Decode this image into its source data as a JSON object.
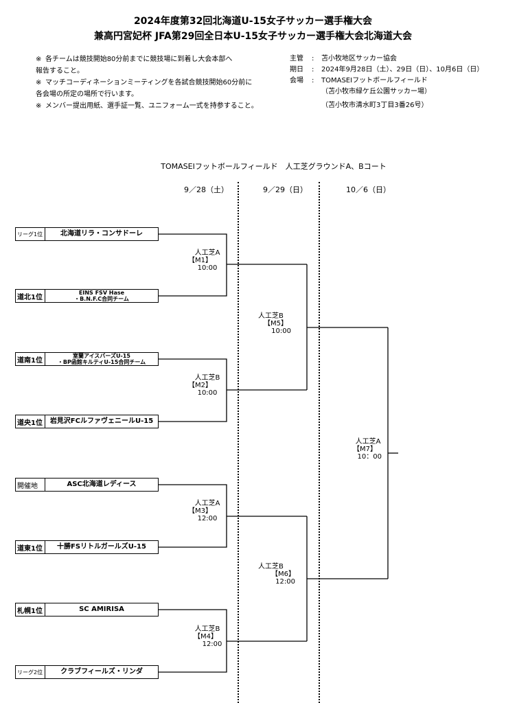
{
  "header": {
    "title_line1": "2024年度第32回北海道U-15女子サッカー選手権大会",
    "title_line2": "兼高円宮妃杯 JFA第29回全日本U-15女子サッカー選手権大会北海道大会"
  },
  "notes": [
    {
      "mark": "※",
      "line1": "各チームは競技開始80分前までに競技場に到着し大会本部へ",
      "line2": "報告すること。"
    },
    {
      "mark": "※",
      "line1": "マッチコーディネーションミーティングを各試合競技開始60分前に",
      "line2": "各会場の所定の場所で行います。"
    },
    {
      "mark": "※",
      "line1": "メンバー提出用紙、選手証一覧、ユニフォーム一式を持参すること。",
      "line2": ""
    }
  ],
  "info": {
    "organizer_label": "主管",
    "organizer": "苫小牧地区サッカー協会",
    "period_label": "期日",
    "period": "2024年9月28日（土）、29日（日）、10月6日（日）",
    "venue_label": "会場",
    "venue_line1": "TOMASEIフットボールフィールド",
    "venue_line2": "（苫小牧市緑ケ丘公園サッカー場）",
    "venue_line3": "（苫小牧市清水町3丁目3番26号）",
    "sep": ":"
  },
  "venue_heading": "TOMASEIフットボールフィールド　人工芝グラウンドA、Bコート",
  "dates": {
    "d1": "9／28（土）",
    "d2": "9／29（日）",
    "d3": "10／6（日）"
  },
  "teams": [
    {
      "seed": "リーグ1位",
      "name": "北海道リラ・コンサドーレ"
    },
    {
      "seed": "道北1位",
      "name1": "EINS FSV  Hase",
      "name2": "・B.N.F.C合同チーム"
    },
    {
      "seed": "道南1位",
      "name1": "室蘭アイスバーズU-15",
      "name2": "・BP函館キルティU-15合同チーム"
    },
    {
      "seed": "道央1位",
      "name": "岩見沢FCルファヴェニールU-15"
    },
    {
      "seed": "開催地",
      "name": "ASC北海道レディース"
    },
    {
      "seed": "道東1位",
      "name": "十勝FSリトルガールズU-15"
    },
    {
      "seed": "札幌1位",
      "name": "SC  AMIRISA"
    },
    {
      "seed": "リーグ2位",
      "name": "クラブフィールズ・リンダ"
    }
  ],
  "matches": [
    {
      "pitch": "人工芝A",
      "id": "【M1】",
      "time": "10:00"
    },
    {
      "pitch": "人工芝B",
      "id": "【M2】",
      "time": "10:00"
    },
    {
      "pitch": "人工芝A",
      "id": "【M3】",
      "time": "12:00"
    },
    {
      "pitch": "人工芝B",
      "id": "【M4】",
      "time": "12:00"
    },
    {
      "pitch": "人工芝B",
      "id": "【M5】",
      "time": "10:00"
    },
    {
      "pitch": "人工芝B",
      "id": "【M6】",
      "time": "12:00"
    },
    {
      "pitch": "人工芝A",
      "id": "【M7】",
      "time": "10：00"
    }
  ]
}
